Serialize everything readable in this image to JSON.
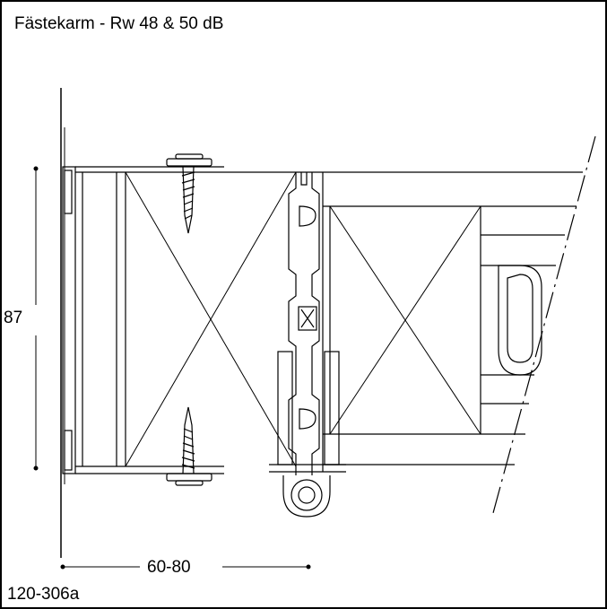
{
  "title": "Fästekarm - Rw 48 & 50 dB",
  "drawing_code": "120-306a",
  "dimensions": {
    "height_label": "87",
    "width_label": "60-80"
  }
}
